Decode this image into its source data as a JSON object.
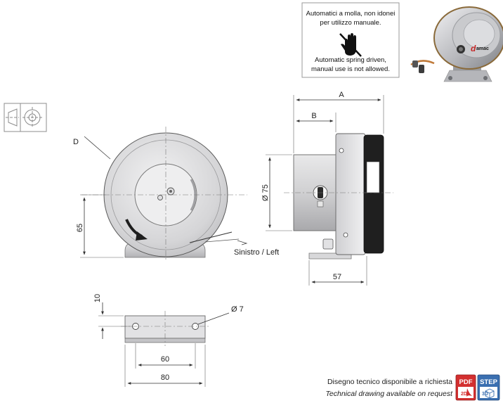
{
  "notice": {
    "line1": "Automatici a molla, non idonei",
    "line2": "per utilizzo manuale.",
    "line3": "Automatic spring driven,",
    "line4": "manual use is not allowed."
  },
  "brand": {
    "logo_text": "amac"
  },
  "dims": {
    "A": "A",
    "B": "B",
    "D": "D",
    "dia75": "Ø 75",
    "h65": "65",
    "w57": "57",
    "h10": "10",
    "dia7": "Ø 7",
    "w60": "60",
    "w80": "80"
  },
  "direction": {
    "label": "Sinistro / Left"
  },
  "footer": {
    "line_it": "Disegno tecnico disponibile a richiesta",
    "line_en": "Technical drawing available on request"
  },
  "downloads": {
    "pdf": {
      "label": "PDF",
      "sub": "2D"
    },
    "step": {
      "label": "STEP",
      "sub": "3D"
    }
  },
  "colors": {
    "pdf": "#d32f2f",
    "step": "#3a6fb0",
    "body": "#d6d6d8",
    "rubber": "#1f1f1f"
  }
}
